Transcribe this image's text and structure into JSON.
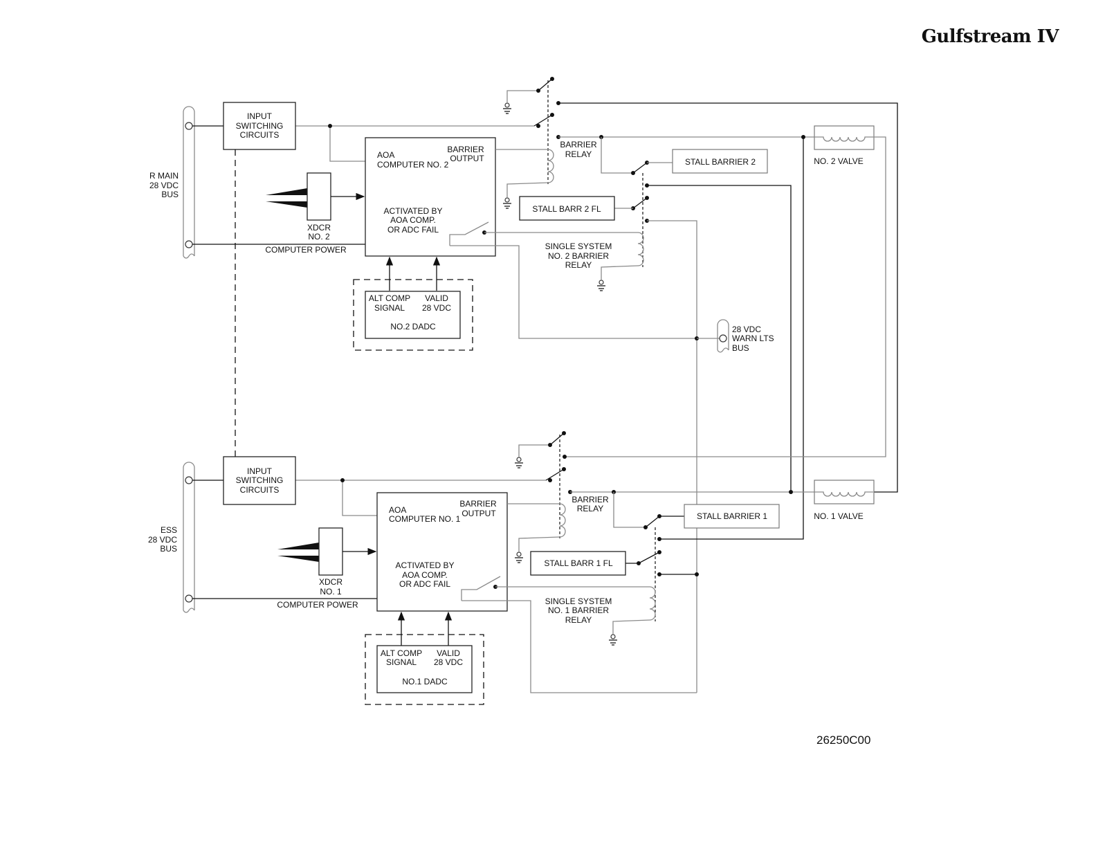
{
  "header": {
    "brand": "Gulfstream IV"
  },
  "footer": {
    "drawing_number": "26250C00"
  },
  "buses": {
    "r_main": [
      "R MAIN",
      "28 VDC",
      "BUS"
    ],
    "ess": [
      "ESS",
      "28 VDC",
      "BUS"
    ],
    "warn_lts": [
      "28 VDC",
      "WARN LTS",
      "BUS"
    ]
  },
  "system2": {
    "input_switching": [
      "INPUT",
      "SWITCHING",
      "CIRCUITS"
    ],
    "xdcr": [
      "XDCR",
      "NO. 2"
    ],
    "computer_power": "COMPUTER POWER",
    "aoa_computer": [
      "AOA",
      "COMPUTER NO. 2"
    ],
    "barrier_output": [
      "BARRIER",
      "OUTPUT"
    ],
    "activated_by": [
      "ACTIVATED BY",
      "AOA COMP.",
      "OR ADC FAIL"
    ],
    "dadc": {
      "alt_comp": [
        "ALT COMP",
        "SIGNAL"
      ],
      "valid": [
        "VALID",
        "28 VDC"
      ],
      "name": "NO.2 DADC"
    },
    "barrier_relay": [
      "BARRIER",
      "RELAY"
    ],
    "stall_barrier": "STALL BARRIER 2",
    "stall_barr_fl": "STALL BARR 2 FL",
    "single_system_relay": [
      "SINGLE SYSTEM",
      "NO. 2 BARRIER",
      "RELAY"
    ],
    "valve": "NO. 2 VALVE"
  },
  "system1": {
    "input_switching": [
      "INPUT",
      "SWITCHING",
      "CIRCUITS"
    ],
    "xdcr": [
      "XDCR",
      "NO. 1"
    ],
    "computer_power": "COMPUTER POWER",
    "aoa_computer": [
      "AOA",
      "COMPUTER NO. 1"
    ],
    "barrier_output": [
      "BARRIER",
      "OUTPUT"
    ],
    "activated_by": [
      "ACTIVATED BY",
      "AOA COMP.",
      "OR ADC FAIL"
    ],
    "dadc": {
      "alt_comp": [
        "ALT COMP",
        "SIGNAL"
      ],
      "valid": [
        "VALID",
        "28 VDC"
      ],
      "name": "NO.1 DADC"
    },
    "barrier_relay": [
      "BARRIER",
      "RELAY"
    ],
    "stall_barrier": "STALL BARRIER 1",
    "stall_barr_fl": "STALL BARR 1 FL",
    "single_system_relay": [
      "SINGLE SYSTEM",
      "NO. 1 BARRIER",
      "RELAY"
    ],
    "valve": "NO. 1 VALVE"
  }
}
